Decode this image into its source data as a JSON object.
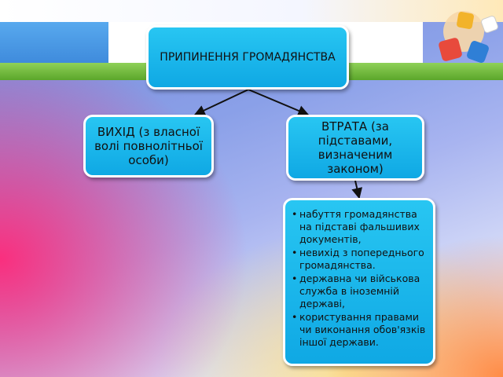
{
  "diagram": {
    "root": {
      "text": "ПРИПИНЕННЯ ГРОМАДЯНСТВА"
    },
    "left": {
      "text": "ВИХІД (з власної волі повнолітньої особи)"
    },
    "right": {
      "text": "ВТРАТА (за підставами, визначеним законом)"
    },
    "details": [
      "набуття громадянства на підставі фальшивих документів,",
      "невихід з попереднього громадянства.",
      "державна чи військова служба в іноземній державі,",
      "користування правами чи виконання обов'язків іншої держави."
    ],
    "colors": {
      "box_fill": "#1ab4ea",
      "box_border": "#ffffff",
      "accent_bar": "#6cb83a"
    }
  }
}
